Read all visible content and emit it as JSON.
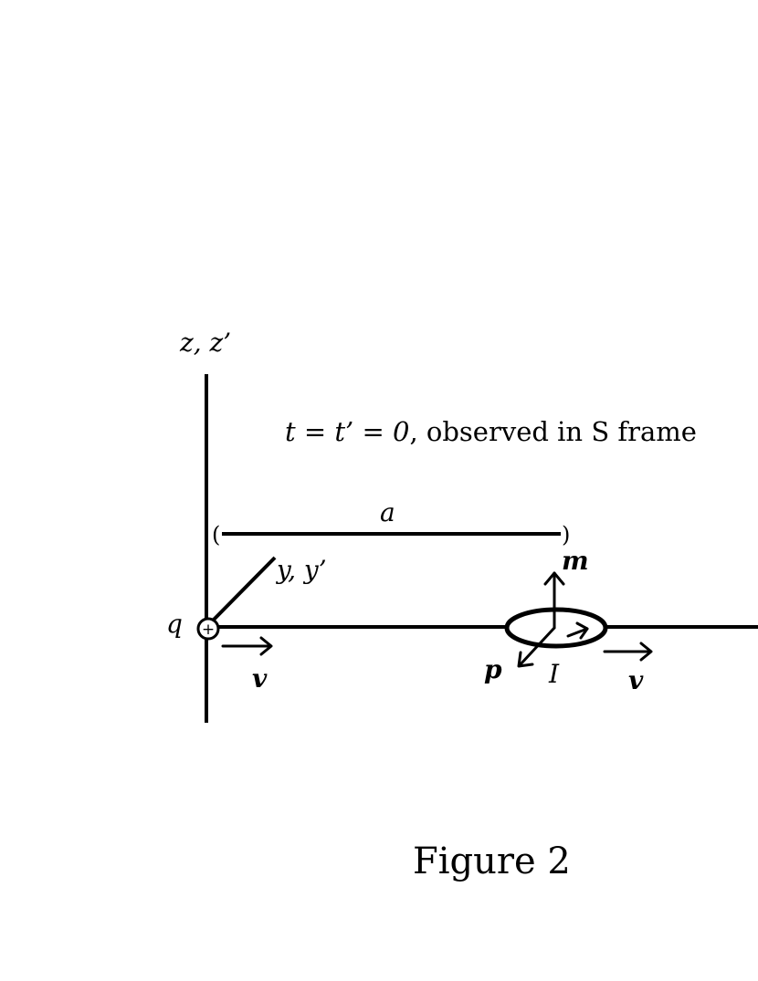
{
  "labels": {
    "z_axis": "z, z’",
    "y_axis": "y, y’",
    "charge": "q",
    "plus_sign": "+",
    "time_eq": "t = t’ = 0",
    "observed": ", observed in S frame",
    "distance": "a",
    "paren_left": "(",
    "paren_right": ")",
    "magnetic_moment": "m",
    "electric_dipole": "p",
    "current": "I",
    "velocity_charge": "v",
    "velocity_loop": "v",
    "caption": "Figure 2"
  },
  "colors": {
    "ink": "#000000",
    "background": "#ffffff"
  }
}
